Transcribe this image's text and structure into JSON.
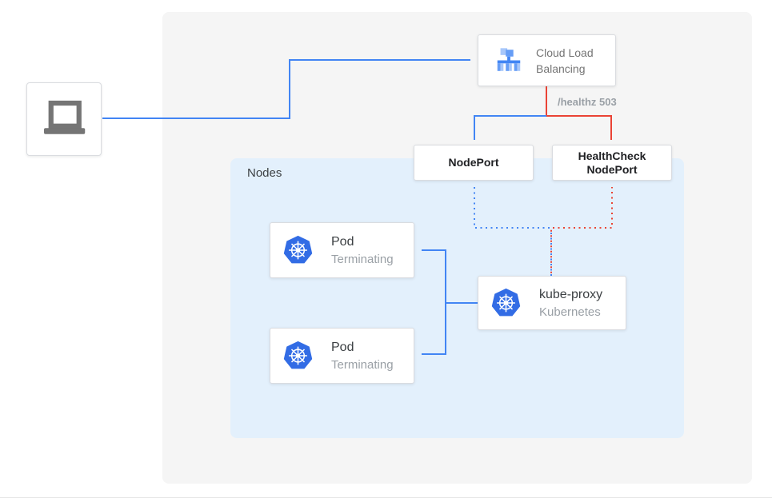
{
  "diagram": {
    "nodes_panel_label": "Nodes",
    "healthz_label": "/healthz 503",
    "cloud_load_balancing": {
      "line1": "Cloud Load",
      "line2": "Balancing"
    },
    "nodeport": {
      "label": "NodePort"
    },
    "healthcheck_nodeport": {
      "line1": "HealthCheck",
      "line2": "NodePort"
    },
    "pods": [
      {
        "title": "Pod",
        "subtitle": "Terminating"
      },
      {
        "title": "Pod",
        "subtitle": "Terminating"
      }
    ],
    "kube_proxy": {
      "title": "kube-proxy",
      "subtitle": "Kubernetes"
    },
    "icons": {
      "client": "laptop-icon",
      "load_balancer": "cloud-load-balancing-icon",
      "pod": "kubernetes-icon",
      "kube_proxy": "kubernetes-icon"
    },
    "colors": {
      "blue_line": "#4285f4",
      "red_line": "#ea4335",
      "kubernetes_blue": "#326ce5",
      "outer_panel_gray": "#f5f5f5",
      "nodes_panel_blue": "#e3f0fc",
      "box_border": "#dadce0",
      "text_dark": "#3c4043",
      "text_gray": "#9aa0a6",
      "laptop_gray": "#757575"
    }
  }
}
